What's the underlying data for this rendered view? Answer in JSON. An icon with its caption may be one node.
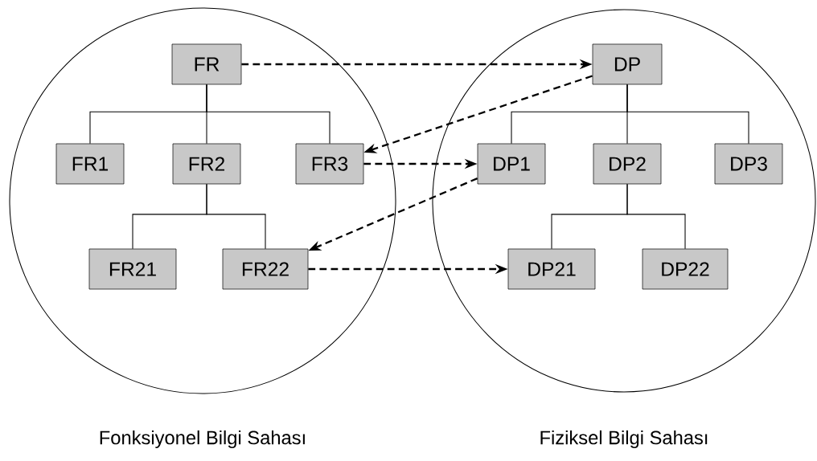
{
  "diagram": {
    "nodes": [
      {
        "text": [],
        "shape": "circle",
        "beside": [
          "Fonksiyonel Bilgi Sahası"
        ]
      },
      {
        "text": [
          "FR"
        ],
        "in": 0
      },
      {
        "text": [
          "FR1"
        ],
        "in": 0
      },
      {
        "text": [
          "FR2"
        ],
        "in": 0
      },
      {
        "text": [
          "FR3"
        ],
        "in": 0
      },
      {
        "text": [
          "FR21"
        ],
        "in": 0
      },
      {
        "text": [
          "FR22"
        ],
        "in": 0
      },
      {
        "text": [],
        "shape": "circle",
        "beside": [
          "Fiziksel Bilgi Sahası"
        ]
      },
      {
        "text": [
          "DP"
        ],
        "in": 7
      },
      {
        "text": [
          "DP1"
        ],
        "in": 7
      },
      {
        "text": [
          "DP2"
        ],
        "in": 7
      },
      {
        "text": [
          "DP3"
        ],
        "in": 7
      },
      {
        "text": [
          "DP21"
        ],
        "in": 7
      },
      {
        "text": [
          "DP22"
        ],
        "in": 7
      }
    ],
    "edges": [
      {
        "from": 1,
        "to": 2,
        "arrow": "none"
      },
      {
        "from": 1,
        "to": 3,
        "arrow": "none"
      },
      {
        "from": 1,
        "to": 4,
        "arrow": "none"
      },
      {
        "from": 3,
        "to": 5,
        "arrow": "none"
      },
      {
        "from": 3,
        "to": 6,
        "arrow": "none"
      },
      {
        "from": 8,
        "to": 9,
        "arrow": "none"
      },
      {
        "from": 8,
        "to": 10,
        "arrow": "none"
      },
      {
        "from": 8,
        "to": 11,
        "arrow": "none"
      },
      {
        "from": 10,
        "to": 12,
        "arrow": "none"
      },
      {
        "from": 10,
        "to": 13,
        "arrow": "none"
      },
      {
        "from": 1,
        "to": 8,
        "arrow": "to",
        "style": "dashed"
      },
      {
        "from": 8,
        "to": 4,
        "arrow": "to",
        "style": "dashed"
      },
      {
        "from": 4,
        "to": 9,
        "arrow": "to",
        "style": "dashed"
      },
      {
        "from": 9,
        "to": 6,
        "arrow": "to",
        "style": "dashed"
      },
      {
        "from": 6,
        "to": 12,
        "arrow": "to",
        "style": "dashed"
      }
    ]
  }
}
